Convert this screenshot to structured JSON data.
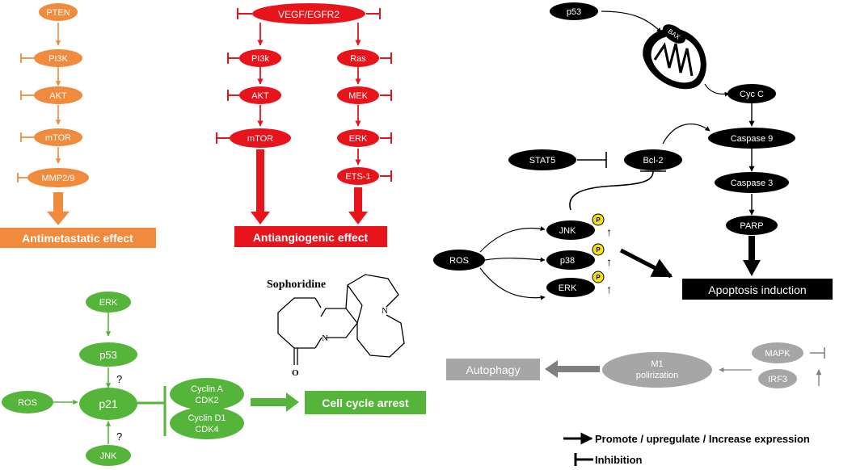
{
  "colors": {
    "orange": "#f08a3c",
    "red": "#e8141b",
    "black": "#000000",
    "green": "#55b53a",
    "gray": "#a6a6a6"
  },
  "orange_pathway": {
    "nodes": [
      "PTEN",
      "PI3K",
      "AKT",
      "mTOR",
      "MMP2/9"
    ],
    "effect": "Antimetastatic effect",
    "up_arrow": "↑"
  },
  "red_pathway": {
    "top": "VEGF/EGFR2",
    "left_nodes": [
      "PI3k",
      "AKT",
      "mTOR"
    ],
    "right_nodes": [
      "Ras",
      "MEK",
      "ERK",
      "ETS-1"
    ],
    "effect": "Antiangiogenic effect"
  },
  "apoptosis": {
    "p53": "p53",
    "bax": "BAX",
    "cyc_c": "Cyc C",
    "caspase9": "Caspase 9",
    "caspase3": "Caspase 3",
    "parp": "PARP",
    "stat5": "STAT5",
    "bcl2": "Bcl-2",
    "ros": "ROS",
    "jnk": "JNK",
    "p38": "p38",
    "erk": "ERK",
    "phospho": "P",
    "up_arrow": "↑",
    "effect": "Apoptosis induction"
  },
  "autophagy": {
    "effect": "Autophagy",
    "m1_line1": "M1",
    "m1_line2": "polirization",
    "mapk": "MAPK",
    "irf3": "IRF3"
  },
  "cell_cycle": {
    "erk": "ERK",
    "p53": "p53",
    "ros": "ROS",
    "p21": "p21",
    "jnk": "JNK",
    "cyclin_a_line1": "Cyclin A",
    "cyclin_a_line2": "CDK2",
    "cyclin_d1_line1": "Cyclin D1",
    "cyclin_d1_line2": "CDK4",
    "question": "?",
    "effect": "Cell cycle arrest"
  },
  "molecule": {
    "name": "Sophoridine",
    "n_label": "N",
    "o_label": "O"
  },
  "legend": {
    "promote": "Promote / upregulate / Increase expression",
    "inhibition": "Inhibition"
  }
}
